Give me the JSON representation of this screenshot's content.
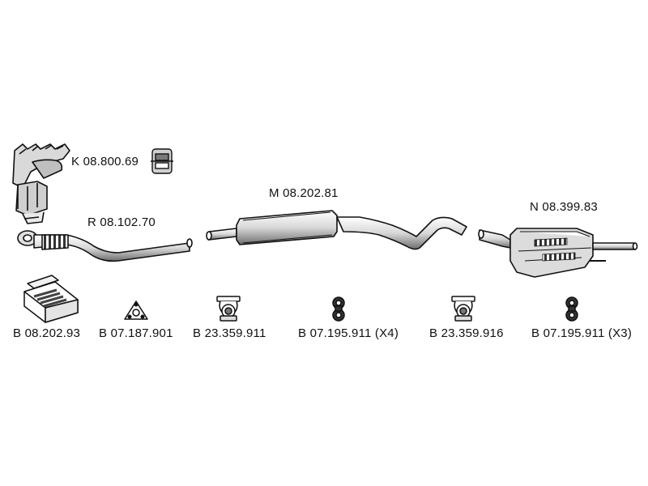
{
  "parts": {
    "manifold_cat": {
      "code": "K 08.800.69",
      "icon": "exhaust-manifold-catalytic-converter-icon"
    },
    "front_pipe": {
      "code": "R 08.102.70",
      "icon": "front-pipe-icon"
    },
    "middle_silencer": {
      "code": "M 08.202.81",
      "icon": "middle-silencer-icon"
    },
    "rear_silencer": {
      "code": "N 08.399.83",
      "icon": "rear-silencer-icon"
    }
  },
  "accessories": [
    {
      "code": "B 08.202.93",
      "icon": "mounting-kit-box-icon"
    },
    {
      "code": "B 07.187.901",
      "icon": "flange-gasket-icon"
    },
    {
      "code": "B 23.359.911",
      "icon": "pipe-clamp-icon"
    },
    {
      "code": "B 07.195.911 (X4)",
      "icon": "rubber-hanger-icon"
    },
    {
      "code": "B 23.359.916",
      "icon": "pipe-clamp-icon"
    },
    {
      "code": "B 07.195.911 (X3)",
      "icon": "rubber-hanger-icon"
    }
  ],
  "colors": {
    "ink": "#111111",
    "shade": "#9a9a9a",
    "light": "#e6e6e6"
  }
}
